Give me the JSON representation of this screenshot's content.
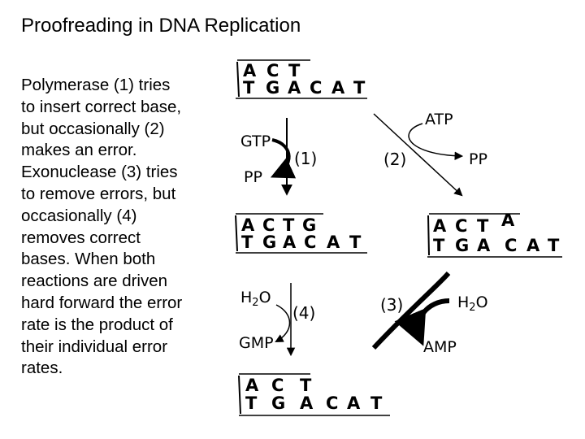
{
  "title": "Proofreading in DNA Replication",
  "paragraph_lines": [
    "Polymerase (1) tries",
    "to insert correct base,",
    "but occasionally (2)",
    "makes an error.",
    "Exonuclease (3) tries",
    "to remove errors, but",
    "occasionally (4)",
    "removes correct",
    "bases. When both",
    "reactions are driven",
    "hard forward the error",
    "rate is the product of",
    "their individual error",
    "rates."
  ],
  "diagram": {
    "strands": {
      "top": {
        "upper": [
          "A",
          "C",
          "T"
        ],
        "lower": [
          "T",
          "G",
          "A",
          "C",
          "A",
          "T"
        ]
      },
      "middle_left": {
        "upper": [
          "A",
          "C",
          "T",
          "G"
        ],
        "lower": [
          "T",
          "G",
          "A",
          "C",
          "A",
          "T"
        ]
      },
      "middle_right": {
        "upper": [
          "A",
          "C",
          "T",
          "A"
        ],
        "lower": [
          "T",
          "G",
          "A",
          "C",
          "A",
          "T"
        ]
      },
      "bottom": {
        "upper": [
          "A",
          "C",
          "T"
        ],
        "lower": [
          "T",
          "G",
          "A",
          "C",
          "A",
          "T"
        ]
      }
    },
    "steps": {
      "s1": "(1)",
      "s2": "(2)",
      "s3": "(3)",
      "s4": "(4)"
    },
    "molecules": {
      "gtp": "GTP",
      "pp_left": "PP",
      "atp": "ATP",
      "pp_right": "PP",
      "h2o_left_main": "H",
      "h2o_left_sub": "2",
      "h2o_left_end": "O",
      "gmp": "GMP",
      "h2o_right_main": "H",
      "h2o_right_sub": "2",
      "h2o_right_end": "O",
      "amp": "AMP"
    }
  }
}
